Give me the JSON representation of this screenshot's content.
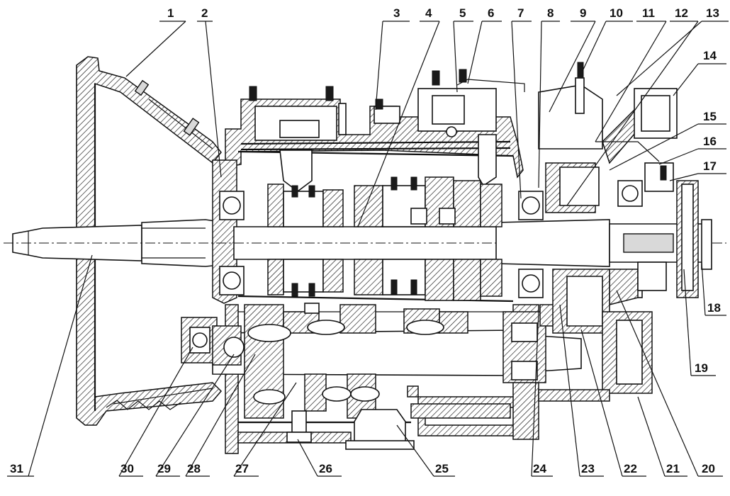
{
  "callouts": [
    {
      "id": "1",
      "text": "1"
    },
    {
      "id": "2",
      "text": "2"
    },
    {
      "id": "3",
      "text": "3"
    },
    {
      "id": "4",
      "text": "4"
    },
    {
      "id": "5",
      "text": "5"
    },
    {
      "id": "6",
      "text": "6"
    },
    {
      "id": "7",
      "text": "7"
    },
    {
      "id": "8",
      "text": "8"
    },
    {
      "id": "9",
      "text": "9"
    },
    {
      "id": "10",
      "text": "10"
    },
    {
      "id": "11",
      "text": "11"
    },
    {
      "id": "12",
      "text": "12"
    },
    {
      "id": "13",
      "text": "13"
    },
    {
      "id": "14",
      "text": "14"
    },
    {
      "id": "15",
      "text": "15"
    },
    {
      "id": "16",
      "text": "16"
    },
    {
      "id": "17",
      "text": "17"
    },
    {
      "id": "18",
      "text": "18"
    },
    {
      "id": "19",
      "text": "19"
    },
    {
      "id": "20",
      "text": "20"
    },
    {
      "id": "21",
      "text": "21"
    },
    {
      "id": "22",
      "text": "22"
    },
    {
      "id": "23",
      "text": "23"
    },
    {
      "id": "24",
      "text": "24"
    },
    {
      "id": "25",
      "text": "25"
    },
    {
      "id": "26",
      "text": "26"
    },
    {
      "id": "27",
      "text": "27"
    },
    {
      "id": "28",
      "text": "28"
    },
    {
      "id": "29",
      "text": "29"
    },
    {
      "id": "30",
      "text": "30"
    },
    {
      "id": "31",
      "text": "31"
    }
  ]
}
